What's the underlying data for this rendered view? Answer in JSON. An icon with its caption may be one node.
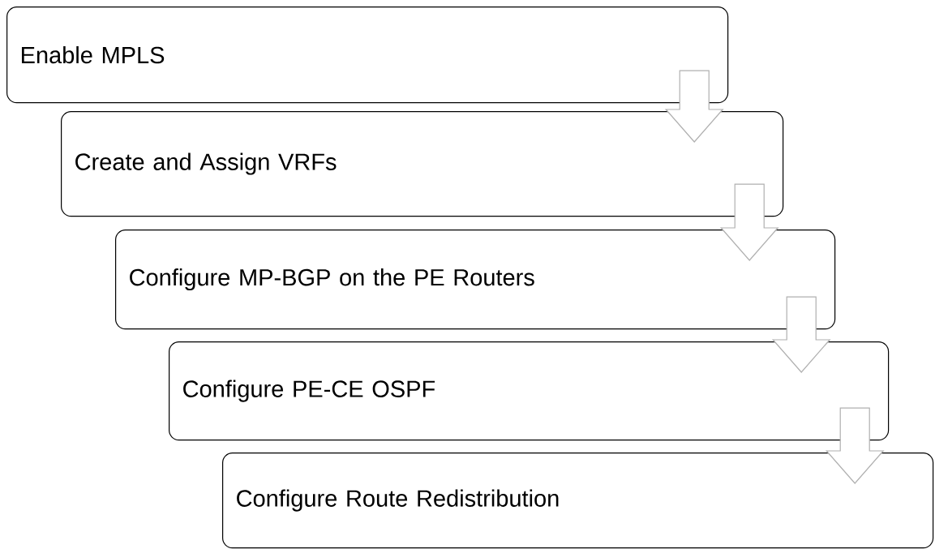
{
  "diagram": {
    "nodes": [
      {
        "text": [
          "Enable MPLS"
        ]
      },
      {
        "text": [
          "Create and Assign VRFs"
        ]
      },
      {
        "text": [
          "Configure MP-BGP on the PE Routers"
        ]
      },
      {
        "text": [
          "Configure PE-CE OSPF"
        ]
      },
      {
        "text": [
          "Configure Route Redistribution"
        ]
      }
    ],
    "edges": [
      {
        "from": 0,
        "to": 1,
        "arrow": "to"
      },
      {
        "from": 1,
        "to": 2,
        "arrow": "to"
      },
      {
        "from": 2,
        "to": 3,
        "arrow": "to"
      },
      {
        "from": 3,
        "to": 4,
        "arrow": "to"
      }
    ]
  }
}
